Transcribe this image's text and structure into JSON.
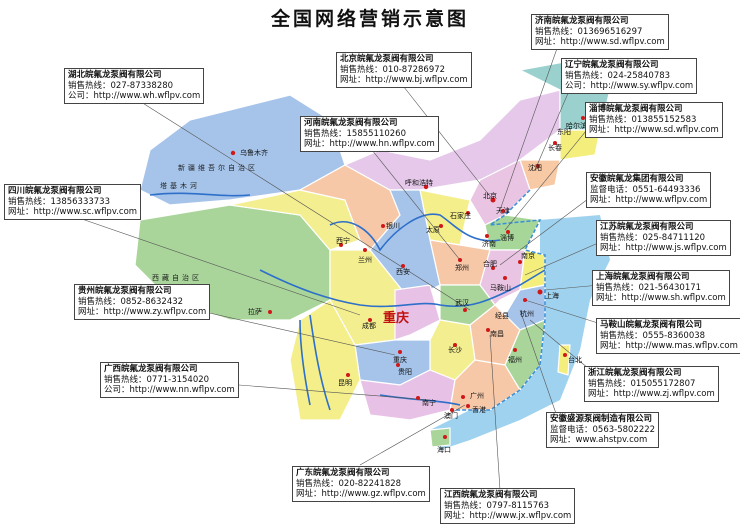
{
  "title": "全国网络营销示意图",
  "colors": {
    "river": "#2d6fc9",
    "coast": "#3a8fd8",
    "sea": "#9fd2ee",
    "dot": "#d01818",
    "leader": "#555555"
  },
  "offices": [
    {
      "company": "湖北皖氟龙泵阀有限公司",
      "l1": "销售热线：027-87338280",
      "l2": "公司：http://www.wh.wflpv.com"
    },
    {
      "company": "北京皖氟龙泵阀有限公司",
      "l1": "销售热线：010-87286972",
      "l2": "网址：http://www.bj.wflpv.com"
    },
    {
      "company": "济南皖氟龙泵阀有限公司",
      "l1": "销售热线：013696516297",
      "l2": "网址：http://www.sd.wflpv.com"
    },
    {
      "company": "辽宁皖氟龙泵阀有限公司",
      "l1": "销售热线：024-25840783",
      "l2": "公司：http://www.sy.wflpv.com"
    },
    {
      "company": "淄博皖氟龙泵阀有限公司",
      "l1": "销售热线：013855152583",
      "l2": "网址：http://www.sd.wflpv.com"
    },
    {
      "company": "河南皖氟龙泵阀有限公司",
      "l1": "销售热线：15855110260",
      "l2": "网址：http://www.hn.wflpv.com"
    },
    {
      "company": "安徽皖氟龙集团有限公司",
      "l1": "监督电话：0551-64493336",
      "l2": "网址：http://www.wflpv.com"
    },
    {
      "company": "四川皖氟龙泵阀有限公司",
      "l1": "销售热线：13856333733",
      "l2": "网址：http://www.sc.wflpv.com"
    },
    {
      "company": "江苏皖氟龙泵阀有限公司",
      "l1": "销售热线：025-84711120",
      "l2": "网址：http://www.js.wflpv.com"
    },
    {
      "company": "上海皖氟龙泵阀有限公司",
      "l1": "销售热线：021-56430171",
      "l2": "网址：http://www.sh.wflpv.com"
    },
    {
      "company": "贵州皖氟龙泵阀有限公司",
      "l1": "销售热线：0852-8632432",
      "l2": "网址：http://www.zy.wflpv.com"
    },
    {
      "company": "马鞍山皖氟龙泵阀有限公司",
      "l1": "销售热线：0555-8360038",
      "l2": "网址：http://www.mas.wflpv.com"
    },
    {
      "company": "广西皖氟龙泵阀有限公司",
      "l1": "销售热线：0771-3154020",
      "l2": "公司：http://www.nn.wflpv.com"
    },
    {
      "company": "浙江皖氟龙泵阀有限公司",
      "l1": "销售热线：015055172807",
      "l2": "网址：http://www.zj.wflpv.com"
    },
    {
      "company": "安徽盛源泵阀制造有限公司",
      "l1": "监督电话：0563-5802222",
      "l2": "网址：www.ahstpv.com"
    },
    {
      "company": "广东皖氟龙泵阀有限公司",
      "l1": "销售热线：020-82241828",
      "l2": "网址：http://www.gz.wflpv.com"
    },
    {
      "company": "江西皖氟龙泵阀有限公司",
      "l1": "销售热线：0797-8115763",
      "l2": "网址：http://www.jx.wflpv.com"
    }
  ],
  "cities": [
    "乌鲁木齐",
    "呼和浩特",
    "北京",
    "天津",
    "石家庄",
    "太原",
    "济南",
    "淄博",
    "沈阳",
    "长春",
    "哈尔滨",
    "银川",
    "兰州",
    "西宁",
    "西安",
    "郑州",
    "合肥",
    "南京",
    "上海",
    "马鞍山",
    "杭州",
    "武汉",
    "长沙",
    "南昌",
    "福州",
    "成都",
    "重庆",
    "贵阳",
    "昆明",
    "拉萨",
    "南宁",
    "广州",
    "香港",
    "澳门",
    "海口",
    "台北",
    "经县",
    "东阳"
  ],
  "regions": [
    "新疆维吾尔自治区",
    "塔基木河",
    "西藏自治区"
  ],
  "big_label": "重庆"
}
